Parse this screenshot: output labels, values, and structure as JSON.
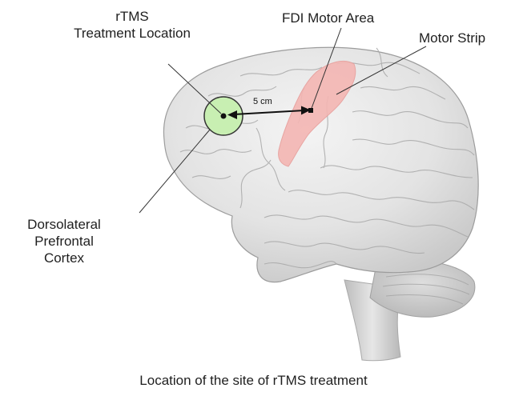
{
  "labels": {
    "rtms_location": [
      "rTMS",
      "Treatment Location"
    ],
    "fdi_motor_area": "FDI Motor Area",
    "motor_strip": "Motor Strip",
    "dlpfc": [
      "Dorsolateral",
      "Prefrontal",
      "Cortex"
    ],
    "distance": "5 cm"
  },
  "caption": "Location of the site of rTMS treatment",
  "colors": {
    "treatment_circle": "#c8efb2",
    "motor_strip": "#f4b6b3",
    "brain": "#e6e6e6"
  }
}
